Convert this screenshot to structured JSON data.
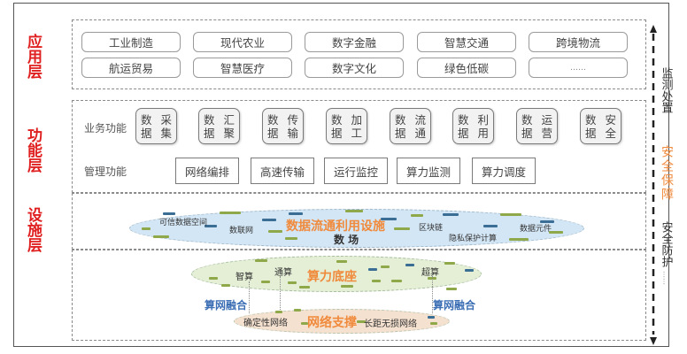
{
  "layers": {
    "application": "应用层",
    "function": "功能层",
    "facility": "设施层"
  },
  "application_items": [
    "工业制造",
    "现代农业",
    "数字金融",
    "智慧交通",
    "跨境物流",
    "航运贸易",
    "智慧医疗",
    "数字文化",
    "绿色低碳",
    "……"
  ],
  "function_layer": {
    "business_label": "业务功能",
    "business_items": [
      {
        "line1": "数据",
        "line2": "采集"
      },
      {
        "line1": "数据",
        "line2": "汇聚"
      },
      {
        "line1": "数据",
        "line2": "传输"
      },
      {
        "line1": "数据",
        "line2": "加工"
      },
      {
        "line1": "数据",
        "line2": "流通"
      },
      {
        "line1": "数据",
        "line2": "利用"
      },
      {
        "line1": "数据",
        "line2": "运营"
      },
      {
        "line1": "数据",
        "line2": "安全"
      }
    ],
    "management_label": "管理功能",
    "management_items": [
      "网络编排",
      "高速传输",
      "运行监控",
      "算力监测",
      "算力调度"
    ]
  },
  "facility_layer": {
    "data_circulation": {
      "title": "数据流通利用设施",
      "subtitle": "数 场",
      "tags": [
        "可信数据空间",
        "数联网",
        "区块链",
        "隐私保护计算",
        "数据元件"
      ]
    },
    "compute_base": {
      "title": "算力底座",
      "tags": [
        "智算",
        "通算",
        "超算"
      ]
    },
    "fusion_left": "算网融合",
    "fusion_right": "算网融合",
    "network_support": {
      "title": "网络支撑",
      "tags": [
        "确定性网络",
        "长距无损网络"
      ]
    }
  },
  "side_panel": {
    "monitor": "监测处置",
    "security": "安全保障",
    "protection": "安全防护",
    "ellipsis": "……"
  },
  "colors": {
    "layer_label": "#e02020",
    "security_label": "#f08a3c",
    "orange_title": "#f08a3c",
    "fusion_blue": "#3d6fb5",
    "ellipse_blue": "#cfe3f3",
    "ellipse_green": "#e6f0d8",
    "ellipse_peach": "#f6e2cf"
  }
}
